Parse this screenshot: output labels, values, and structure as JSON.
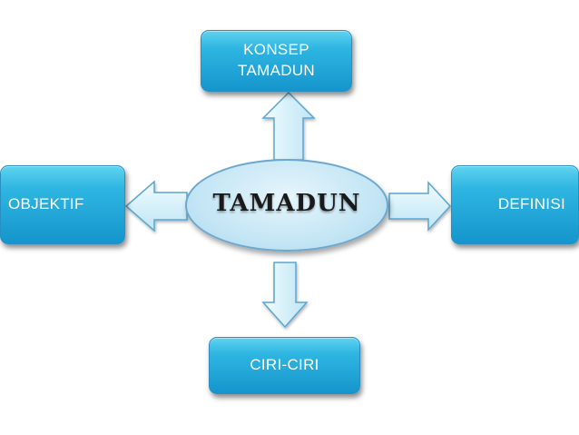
{
  "diagram": {
    "center": {
      "label": "TAMADUN"
    },
    "nodes": {
      "top": {
        "lines": [
          "KONSEP",
          "TAMADUN"
        ]
      },
      "left": {
        "label": "OBJEKTIF"
      },
      "right": {
        "label": "DEFINISI"
      },
      "bottom": {
        "label": "CIRI-CIRI"
      }
    },
    "edges": [
      {
        "from": "TAMADUN",
        "to": "KONSEP TAMADUN",
        "direction": "up"
      },
      {
        "from": "TAMADUN",
        "to": "OBJEKTIF",
        "direction": "left"
      },
      {
        "from": "TAMADUN",
        "to": "DEFINISI",
        "direction": "right"
      },
      {
        "from": "TAMADUN",
        "to": "CIRI-CIRI",
        "direction": "down"
      }
    ],
    "colors": {
      "box_fill": "#1fa6d8",
      "arrow_fill": "#d9f2fb",
      "arrow_stroke": "#5aa6d2",
      "ellipse_fill": "#cbe9f6"
    }
  }
}
